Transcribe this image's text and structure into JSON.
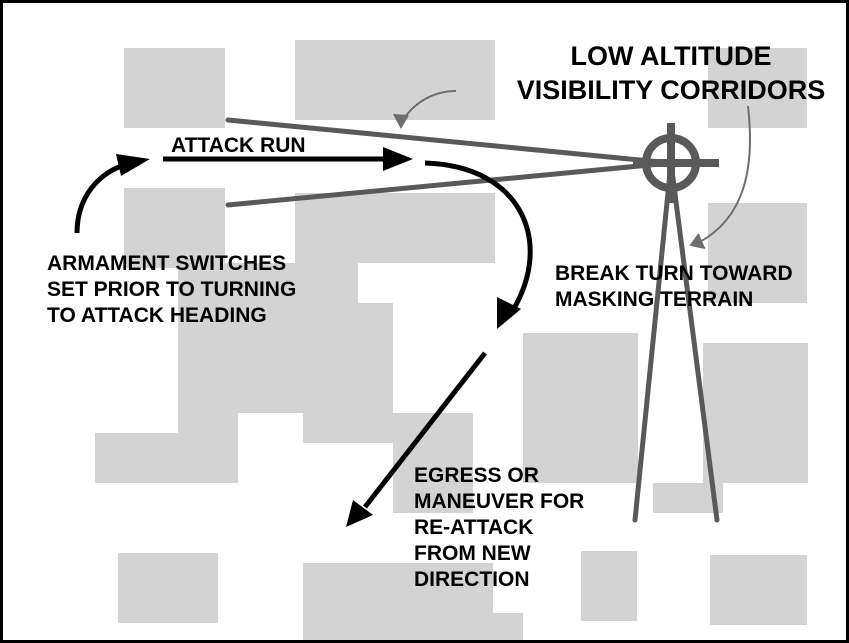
{
  "title": {
    "line1": "LOW ALTITUDE",
    "line2": "VISIBILITY CORRIDORS"
  },
  "labels": {
    "attack_run": "ATTACK RUN",
    "armament": {
      "line1": "ARMAMENT SWITCHES",
      "line2": "SET PRIOR TO TURNING",
      "line3": "TO ATTACK HEADING"
    },
    "break_turn": {
      "line1": "BREAK TURN TOWARD",
      "line2": "MASKING TERRAIN"
    },
    "egress": {
      "line1": "EGRESS OR",
      "line2": "MANEUVER FOR",
      "line3": "RE-ATTACK",
      "line4": "FROM NEW",
      "line5": "DIRECTION"
    }
  },
  "colors": {
    "terrain": "#d3d3d3",
    "corridor": "#595959",
    "arrow": "#000000",
    "leader": "#6e6e6e",
    "border": "#000000"
  },
  "icons": [
    "target-crosshair-icon"
  ]
}
